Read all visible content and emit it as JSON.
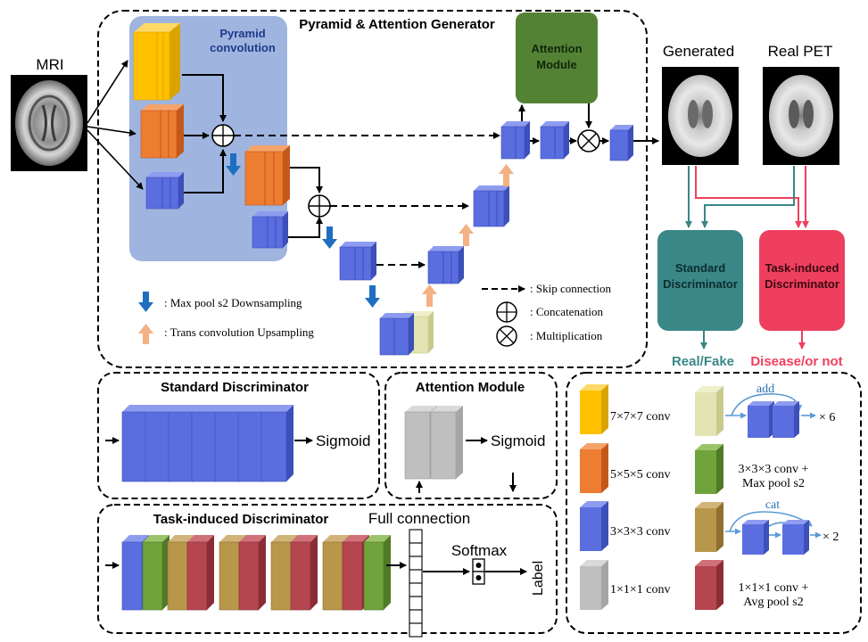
{
  "generator": {
    "title": "Pyramid & Attention Generator",
    "pyramid_label_1": "Pyramid",
    "pyramid_label_2": "convolution",
    "attention_label_1": "Attention",
    "attention_label_2": "Module"
  },
  "images": {
    "mri_label": "MRI",
    "generated_label": "Generated",
    "real_pet_label": "Real PET"
  },
  "discriminators": {
    "standard_line1": "Standard",
    "standard_line2": "Discriminator",
    "task_line1": "Task-induced",
    "task_line2": "Discriminator",
    "real_fake": "Real/Fake",
    "disease": "Disease/or not"
  },
  "legend": {
    "maxpool": ": Max pool s2 Downsampling",
    "transconv": ": Trans convolution Upsampling",
    "skip": ": Skip connection",
    "concat": ": Concatenation",
    "mult": ": Multiplication"
  },
  "panels": {
    "standard_title": "Standard Discriminator",
    "standard_sigmoid": "Sigmoid",
    "attention_title": "Attention Module",
    "attention_sigmoid": "Sigmoid",
    "task_title": "Task-induced Discriminator",
    "full_connection": "Full connection",
    "softmax": "Softmax",
    "label": "Label"
  },
  "key": {
    "k777": "7×7×7 conv",
    "k555": "5×5×5 conv",
    "k333": "3×3×3 conv",
    "k111": "1×1×1 conv",
    "green_1": "3×3×3 conv +",
    "green_2": "Max pool s2",
    "red_1": "1×1×1 conv +",
    "red_2": "Avg pool s2",
    "add": "add",
    "cat": "cat",
    "x6": "× 6",
    "x2": "× 2"
  },
  "colors": {
    "yellow": "#ffc000",
    "orange": "#ed7d31",
    "blue": "#5a6ee0",
    "gray": "#bfbfbf",
    "cream": "#e2e4b4",
    "green": "#70a33c",
    "olive": "#b8964a",
    "crimson": "#b5454f",
    "teal": "#3a8788",
    "pink": "#ef3f5e",
    "attention": "#548235",
    "pyramid_bg": "#9fb4df"
  }
}
